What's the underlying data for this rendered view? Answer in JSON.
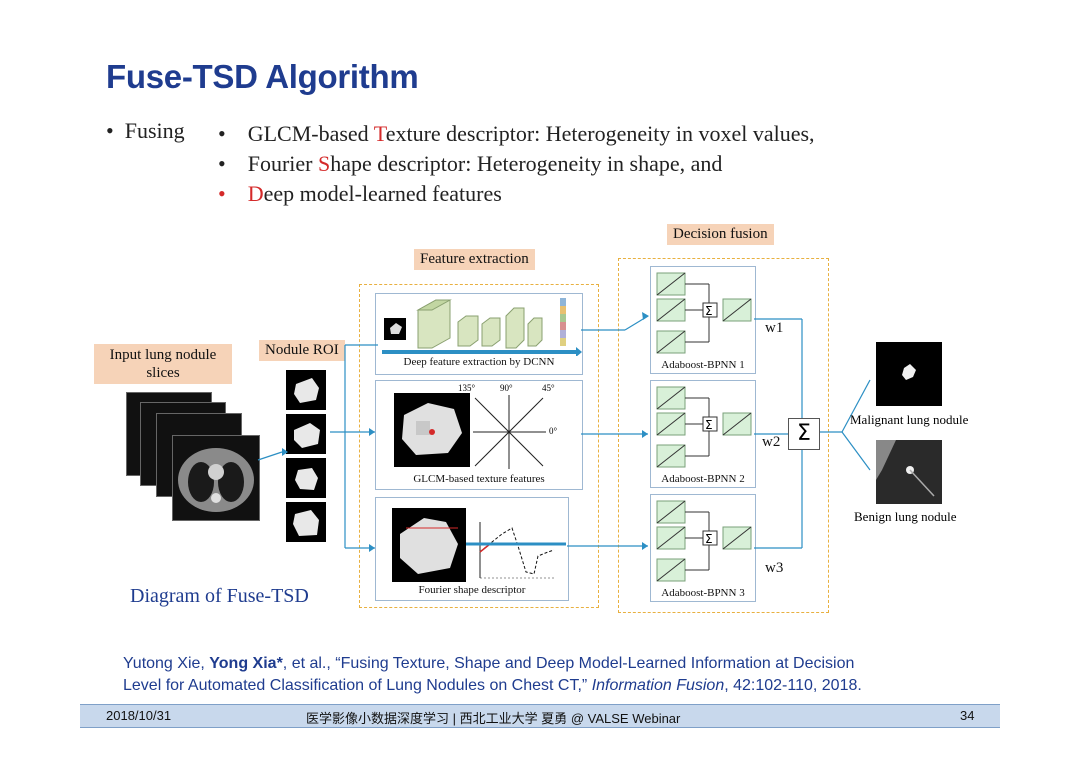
{
  "title": "Fuse-TSD Algorithm",
  "fusing_label": "Fusing",
  "bullets": [
    {
      "prefix": "GLCM-based ",
      "highlight": "T",
      "rest": "exture descriptor: Heterogeneity in voxel values,"
    },
    {
      "prefix": "Fourier ",
      "highlight": "S",
      "rest": "hape descriptor: Heterogeneity in shape, and"
    },
    {
      "prefix": "",
      "highlight": "D",
      "rest": "eep model-learned features"
    }
  ],
  "diagram": {
    "input_label_line1": "Input lung nodule",
    "input_label_line2": "slices",
    "roi_label": "Nodule ROI",
    "feature_extraction_label": "Feature extraction",
    "decision_fusion_label": "Decision fusion",
    "deep_caption": "Deep feature extraction by DCNN",
    "glcm_caption": "GLCM-based texture features",
    "fourier_caption": "Fourier shape descriptor",
    "angles": {
      "a135": "135°",
      "a90": "90°",
      "a45": "45°",
      "a0": "0°"
    },
    "bpnn": [
      "Adaboost-BPNN 1",
      "Adaboost-BPNN 2",
      "Adaboost-BPNN 3"
    ],
    "weights": [
      "w1",
      "w2",
      "w3"
    ],
    "sum_symbol": "Σ",
    "malignant_label": "Malignant lung nodule",
    "benign_label": "Benign lung nodule",
    "caption": "Diagram of Fuse-TSD"
  },
  "citation": {
    "author1": "Yutong Xie, ",
    "author2": "Yong Xia*",
    "line1_rest": ", et al., “Fusing Texture, Shape and Deep Model-Learned Information at Decision",
    "line2_main": "Level for Automated Classification of Lung Nodules on Chest CT,” ",
    "journal": "Information Fusion",
    "line2_end": ", 42:102-110, 2018."
  },
  "footer": {
    "date": "2018/10/31",
    "center": "医学影像小数据深度学习 | 西北工业大学 夏勇 @ VALSE Webinar",
    "page": "34"
  }
}
